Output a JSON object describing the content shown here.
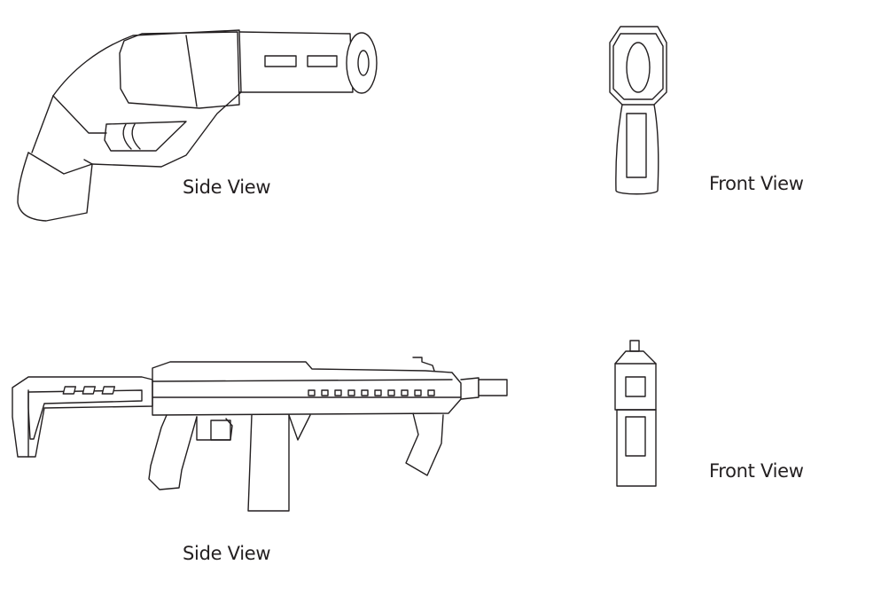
{
  "colors": {
    "stroke": "#231f20",
    "fill": "#ffffff",
    "background": "#ffffff"
  },
  "figures": {
    "revolver": {
      "side_label": "Side View",
      "front_label": "Front View"
    },
    "rifle": {
      "side_label": "Side View",
      "front_label": "Front View"
    }
  }
}
